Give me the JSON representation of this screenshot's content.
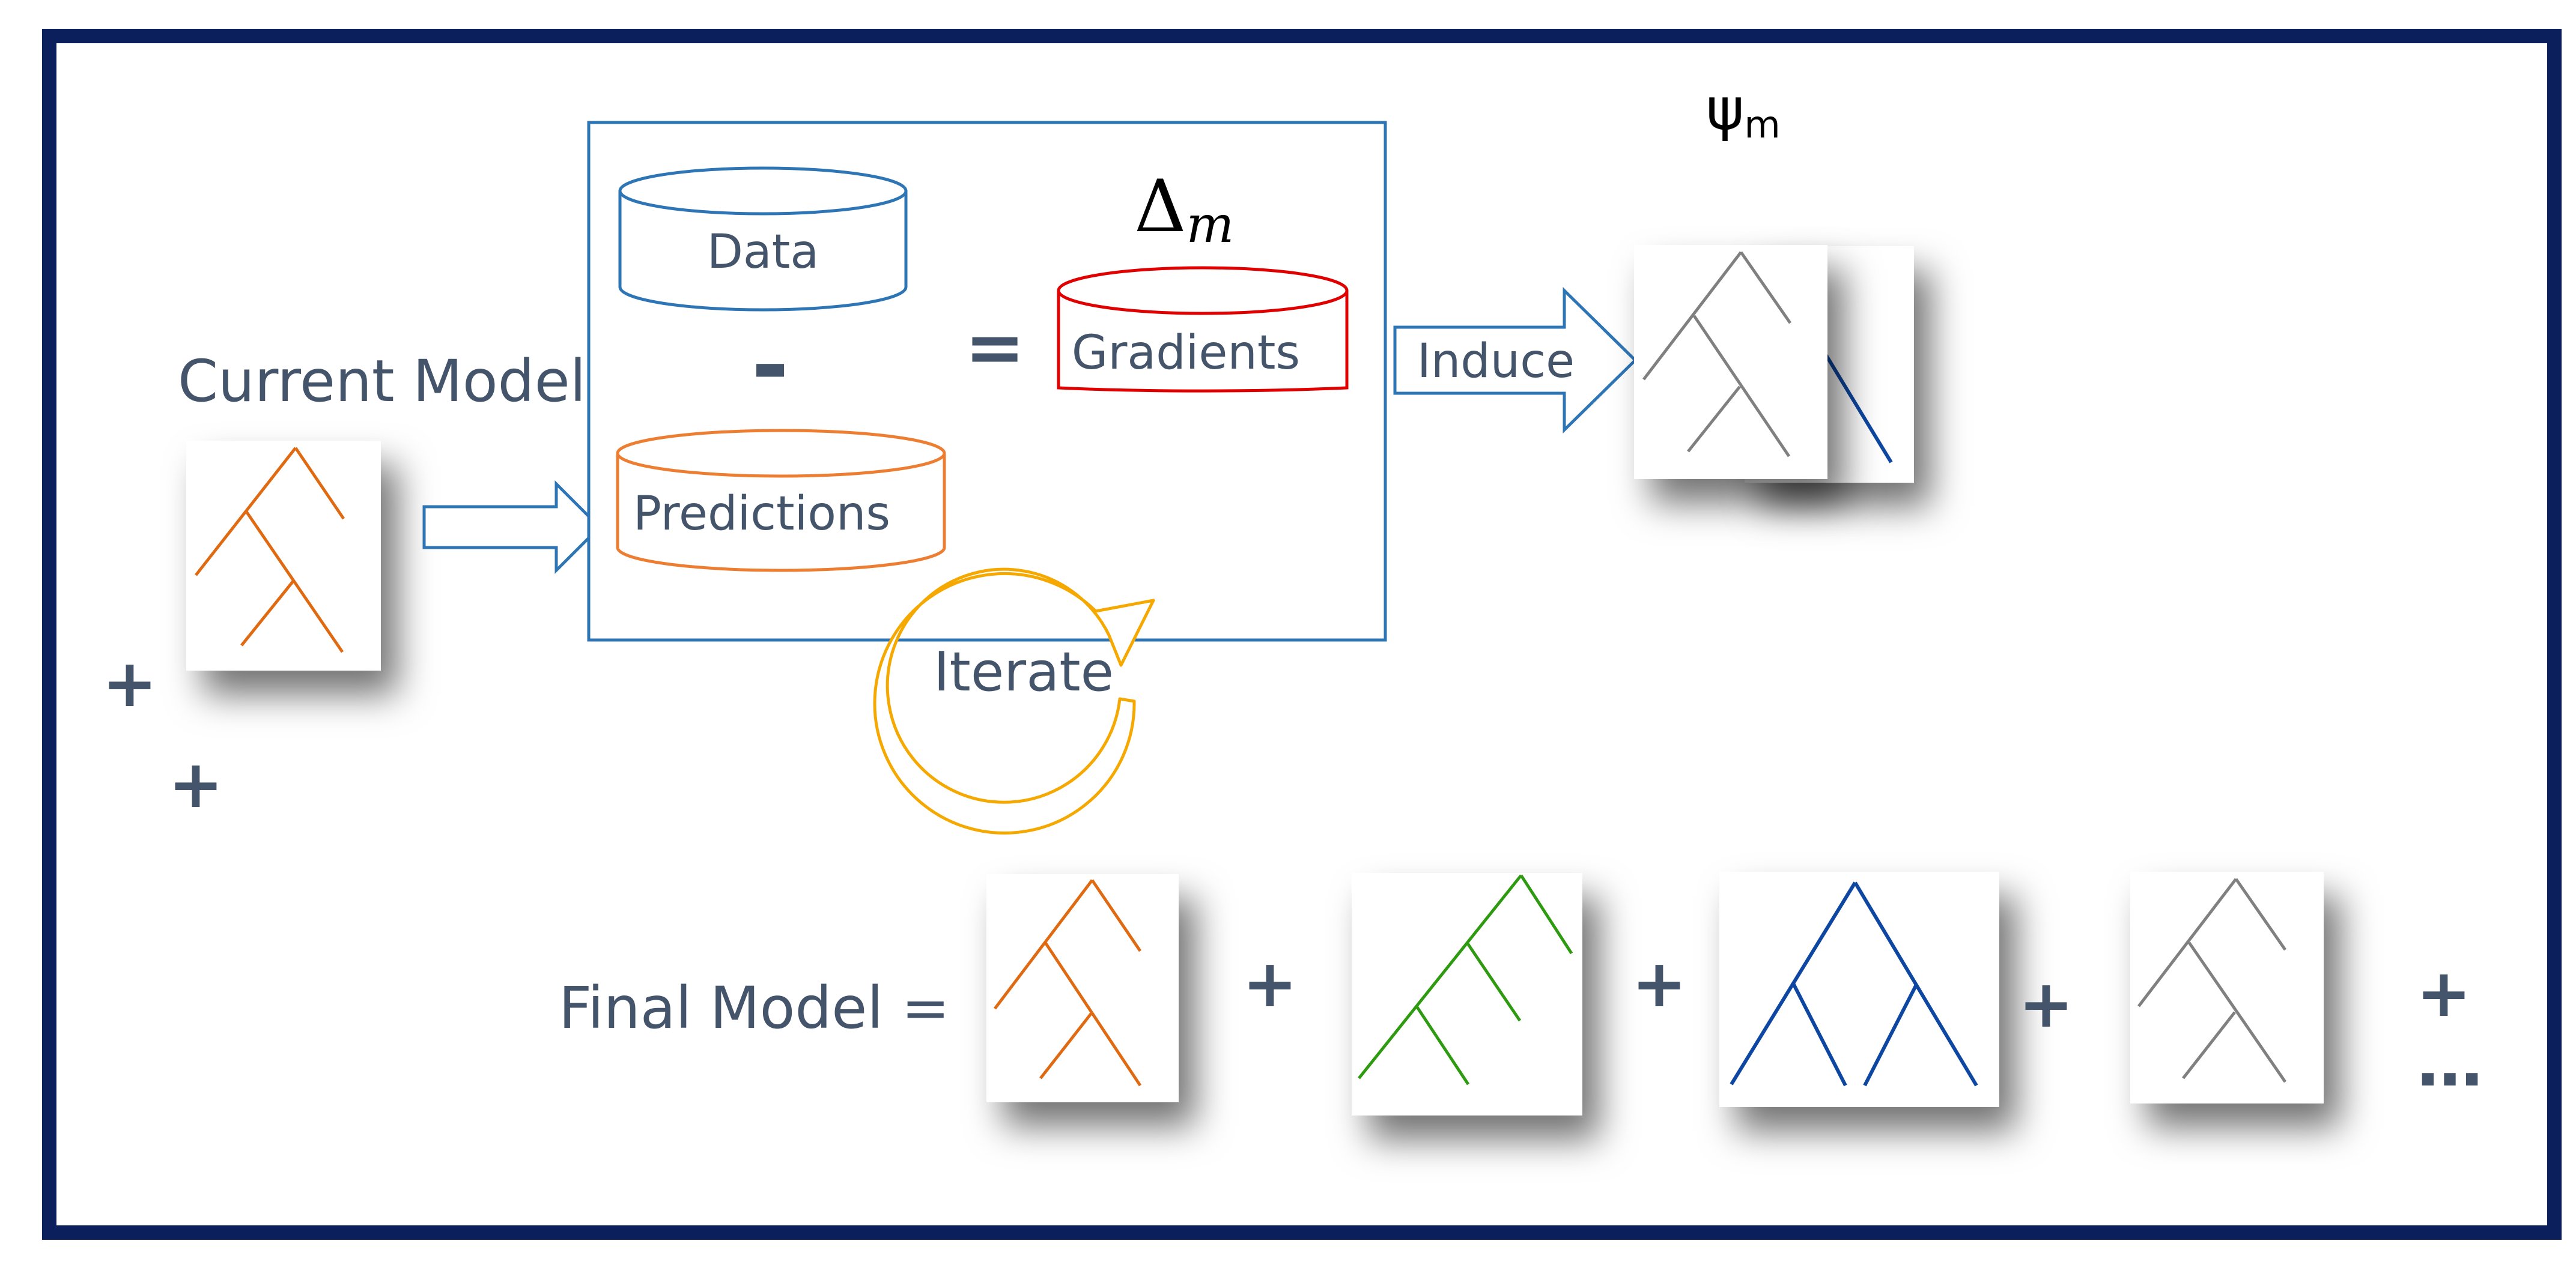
{
  "current_model": {
    "label": "Current Model"
  },
  "box": {
    "data_label": "Data",
    "minus_sign": "-",
    "predictions_label": "Predictions",
    "equals_sign": "=",
    "gradients_label": "Gradients",
    "delta_symbol": "Δ",
    "delta_subscript": "m"
  },
  "induce_label": "Induce",
  "psi": {
    "symbol": "ψ",
    "subscript": "m"
  },
  "iterate_label": "Iterate",
  "plus_signs": {
    "plus_1": "+",
    "plus_2": "+"
  },
  "final_model": {
    "label": "Final Model =",
    "plus_1": "+",
    "plus_2": "+",
    "plus_3": "+",
    "plus_4": "+",
    "ellipsis": "…"
  },
  "colors": {
    "frame": "#0b1f5c",
    "box_border": "#2e75b6",
    "data_blue": "#2e75b6",
    "predictions_orange": "#ed7d31",
    "gradients_red": "#e00000",
    "iterate_gold": "#f5a800",
    "tree_orange": "#e06a12",
    "tree_green": "#2e9a10",
    "tree_blue": "#0d47a1",
    "tree_gray": "#808080",
    "text": "#44546a"
  }
}
